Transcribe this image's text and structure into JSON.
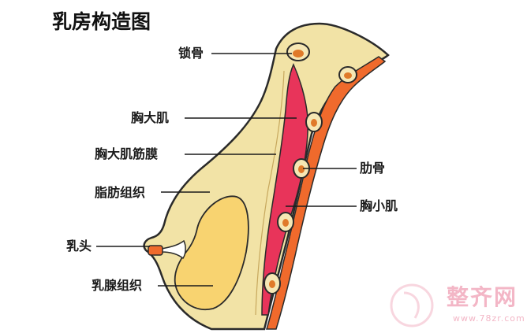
{
  "title": "乳房构造图",
  "labels": {
    "clavicle": "锁骨",
    "pectoralis_major": "胸大肌",
    "pectoralis_fascia": "胸大肌筋膜",
    "fat_tissue": "脂肪组织",
    "nipple": "乳头",
    "gland_tissue": "乳腺组织",
    "rib": "肋骨",
    "pectoralis_minor": "胸小肌"
  },
  "watermark": {
    "text": "整齐网",
    "url": "www.78zr.com"
  },
  "colors": {
    "fat": "#f2e3a6",
    "gland": "#f8d370",
    "muscle_major": "#e8345a",
    "muscle_minor": "#f06a2c",
    "bone": "#f6e7b4",
    "outline": "#2a2a2a",
    "watermark": "#f3b6c6"
  }
}
